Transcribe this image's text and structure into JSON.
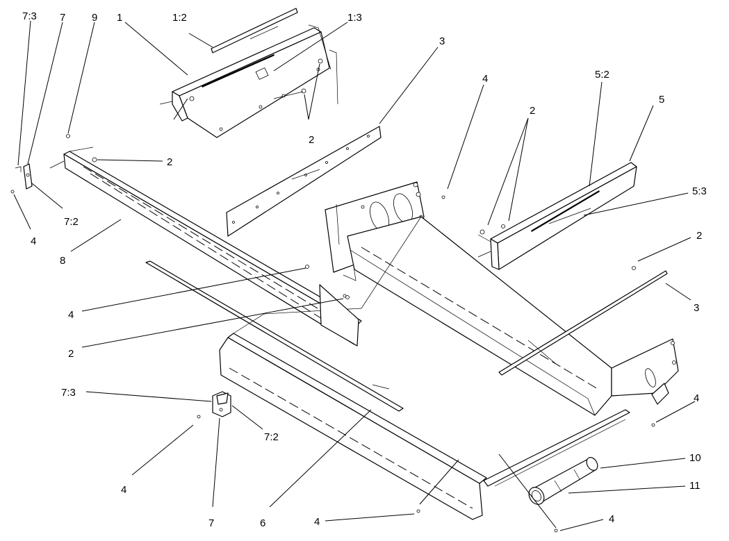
{
  "callouts": [
    {
      "id": "c-73-top",
      "text": "7:3"
    },
    {
      "id": "c-7-top",
      "text": "7"
    },
    {
      "id": "c-9",
      "text": "9"
    },
    {
      "id": "c-1",
      "text": "1"
    },
    {
      "id": "c-12",
      "text": "1:2"
    },
    {
      "id": "c-13",
      "text": "1:3"
    },
    {
      "id": "c-3-top",
      "text": "3"
    },
    {
      "id": "c-4-top",
      "text": "4"
    },
    {
      "id": "c-52",
      "text": "5:2"
    },
    {
      "id": "c-5",
      "text": "5"
    },
    {
      "id": "c-2-right-top",
      "text": "2"
    },
    {
      "id": "c-53",
      "text": "5:3"
    },
    {
      "id": "c-2-brk",
      "text": "2"
    },
    {
      "id": "c-2-rail",
      "text": "2"
    },
    {
      "id": "c-4-left",
      "text": "4"
    },
    {
      "id": "c-72-top",
      "text": "7:2"
    },
    {
      "id": "c-8",
      "text": "8"
    },
    {
      "id": "c-2-right",
      "text": "2"
    },
    {
      "id": "c-3-right",
      "text": "3"
    },
    {
      "id": "c-4-mid",
      "text": "4"
    },
    {
      "id": "c-2-mid",
      "text": "2"
    },
    {
      "id": "c-4-right",
      "text": "4"
    },
    {
      "id": "c-73-bot",
      "text": "7:3"
    },
    {
      "id": "c-72-bot",
      "text": "7:2"
    },
    {
      "id": "c-10",
      "text": "10"
    },
    {
      "id": "c-11",
      "text": "11"
    },
    {
      "id": "c-4-bl",
      "text": "4"
    },
    {
      "id": "c-7-bot",
      "text": "7"
    },
    {
      "id": "c-6",
      "text": "6"
    },
    {
      "id": "c-4-bot",
      "text": "4"
    },
    {
      "id": "c-4-br",
      "text": "4"
    }
  ]
}
